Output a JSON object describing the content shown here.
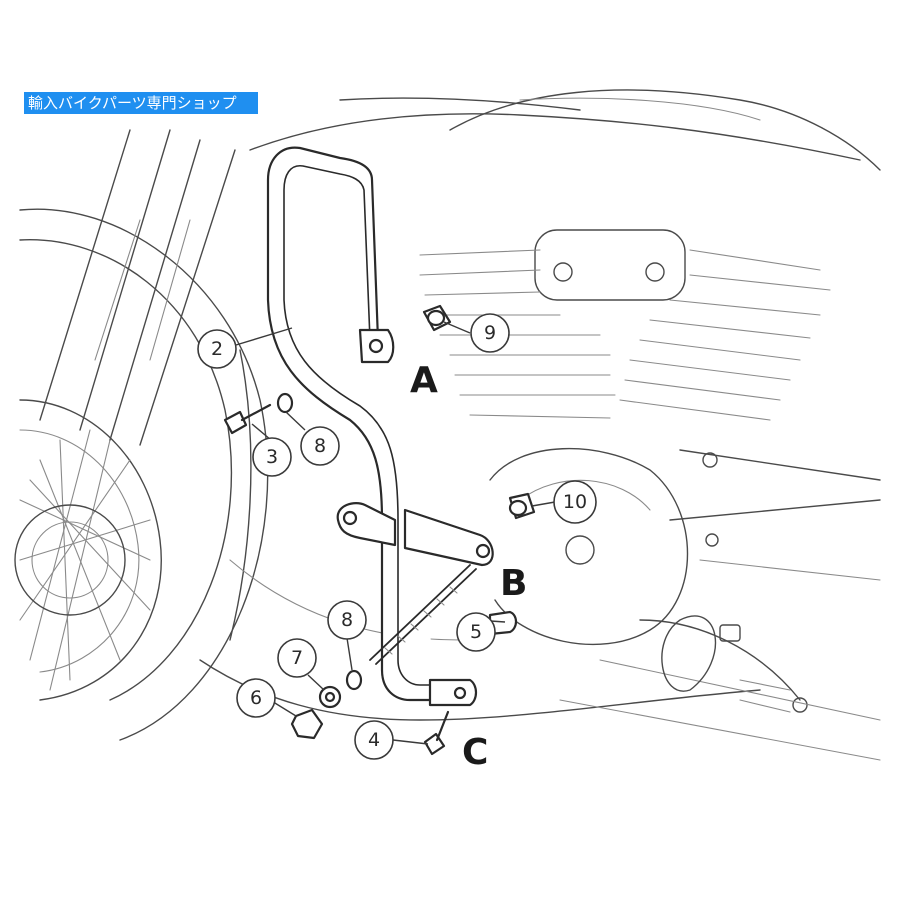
{
  "banner": {
    "text": "輸入バイクパーツ専門ショップ",
    "color": "#1f8ff0"
  },
  "callouts": [
    {
      "id": "2",
      "label": "2"
    },
    {
      "id": "3",
      "label": "3"
    },
    {
      "id": "4",
      "label": "4"
    },
    {
      "id": "5",
      "label": "5"
    },
    {
      "id": "6",
      "label": "6"
    },
    {
      "id": "7",
      "label": "7"
    },
    {
      "id": "8a",
      "label": "8"
    },
    {
      "id": "8b",
      "label": "8"
    },
    {
      "id": "9",
      "label": "9"
    },
    {
      "id": "10",
      "label": "10"
    }
  ],
  "mount_points": [
    {
      "id": "A",
      "label": "A"
    },
    {
      "id": "B",
      "label": "B"
    },
    {
      "id": "C",
      "label": "C"
    }
  ]
}
